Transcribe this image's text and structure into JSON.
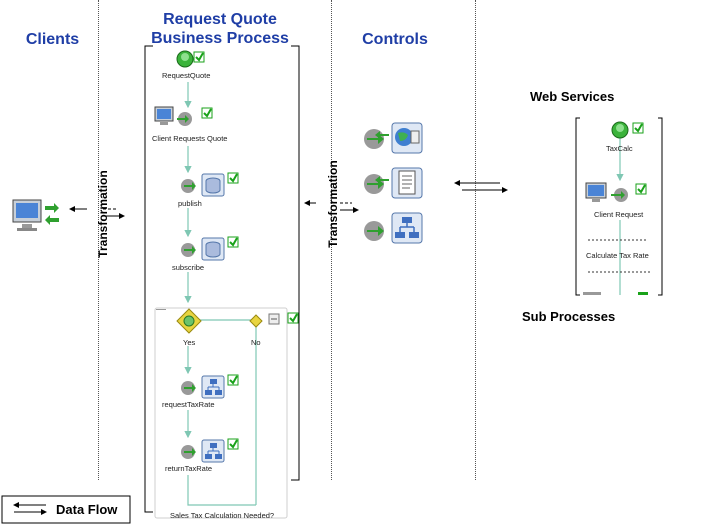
{
  "headers": {
    "clients": "Clients",
    "process_line1": "Request Quote",
    "process_line2": "Business Process",
    "controls": "Controls",
    "web_services": "Web Services",
    "sub_processes": "Sub Processes"
  },
  "transformation_labels": {
    "left": "Transformation",
    "right": "Transformation"
  },
  "process_nodes": {
    "request_quote": "RequestQuote",
    "client_requests_quote": "Client Requests Quote",
    "publish": "publish",
    "subscribe": "subscribe",
    "yes": "Yes",
    "no": "No",
    "request_tax_rate": "requestTaxRate",
    "return_tax_rate": "returnTaxRate",
    "decision_caption": "Sales Tax Calculation Needed?"
  },
  "subprocess_nodes": {
    "tax_calc": "TaxCalc",
    "client_request": "Client Request",
    "calculate_tax_rate": "Calculate Tax Rate"
  },
  "legend": {
    "label": "Data Flow"
  },
  "colors": {
    "header_blue": "#1f3ea6",
    "flow_line": "#7fc7b3",
    "check_green": "#1aa21a"
  }
}
